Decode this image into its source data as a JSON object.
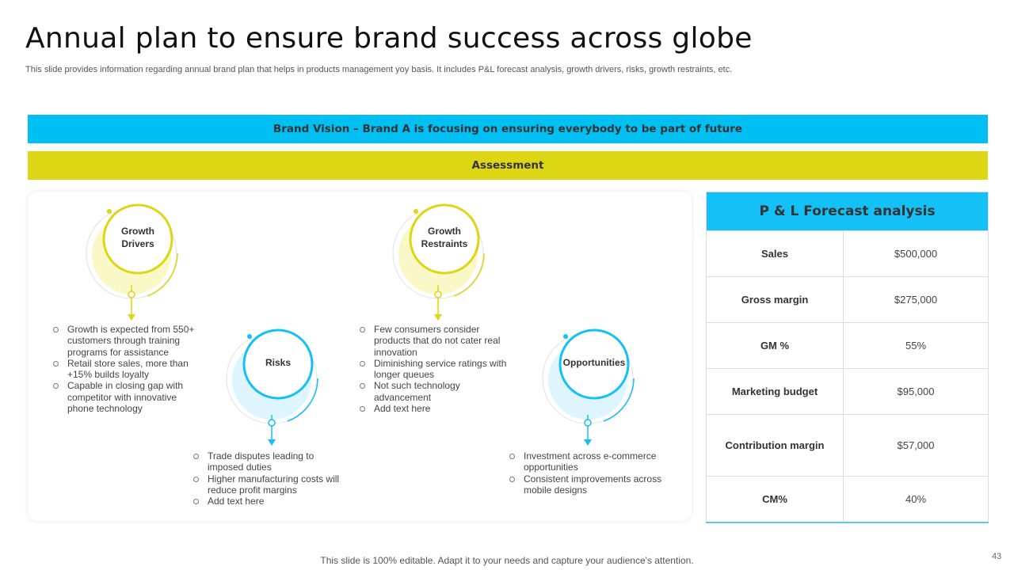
{
  "title": "Annual plan to ensure brand success across globe",
  "subtitle": "This slide provides information regarding annual brand plan that helps in products management yoy basis. It includes P&L forecast analysis, growth drivers, risks, growth restraints, etc.",
  "vision_banner": "Brand Vision – Brand A is focusing on ensuring everybody to be part of future",
  "assessment_banner": "Assessment",
  "colors": {
    "blue": "#00bff3",
    "yellow": "#ddd614",
    "light_yellow": "#fbf8c8",
    "light_blue": "#dff5fd"
  },
  "nodes": {
    "growth_drivers": {
      "label": "Growth Drivers",
      "bullets": [
        "Growth is expected from 550+ customers through training programs for assistance",
        "Retail store sales, more than +15% builds loyalty",
        "Capable in closing gap with competitor with innovative phone technology"
      ]
    },
    "risks": {
      "label": "Risks",
      "bullets": [
        "Trade disputes leading to imposed duties",
        "Higher manufacturing costs will reduce profit margins",
        "Add text here"
      ]
    },
    "growth_restraints": {
      "label": "Growth Restraints",
      "bullets": [
        "Few consumers consider products that do not cater real innovation",
        "Diminishing service ratings with longer queues",
        "Not such technology advancement",
        "Add text here"
      ]
    },
    "opportunities": {
      "label": "Opportunities",
      "bullets": [
        "Investment across e-commerce opportunities",
        "Consistent improvements across mobile designs"
      ]
    }
  },
  "pl_table": {
    "heading": "P & L Forecast analysis",
    "rows": [
      {
        "label": "Sales",
        "value": "$500,000"
      },
      {
        "label": "Gross margin",
        "value": "$275,000"
      },
      {
        "label": "GM %",
        "value": "55%"
      },
      {
        "label": "Marketing budget",
        "value": "$95,000"
      },
      {
        "label": "Contribution margin",
        "value": "$57,000"
      },
      {
        "label": "CM%",
        "value": "40%"
      }
    ]
  },
  "footer": "This slide is 100% editable. Adapt it to your needs and capture your audience's attention.",
  "page_number": "43"
}
